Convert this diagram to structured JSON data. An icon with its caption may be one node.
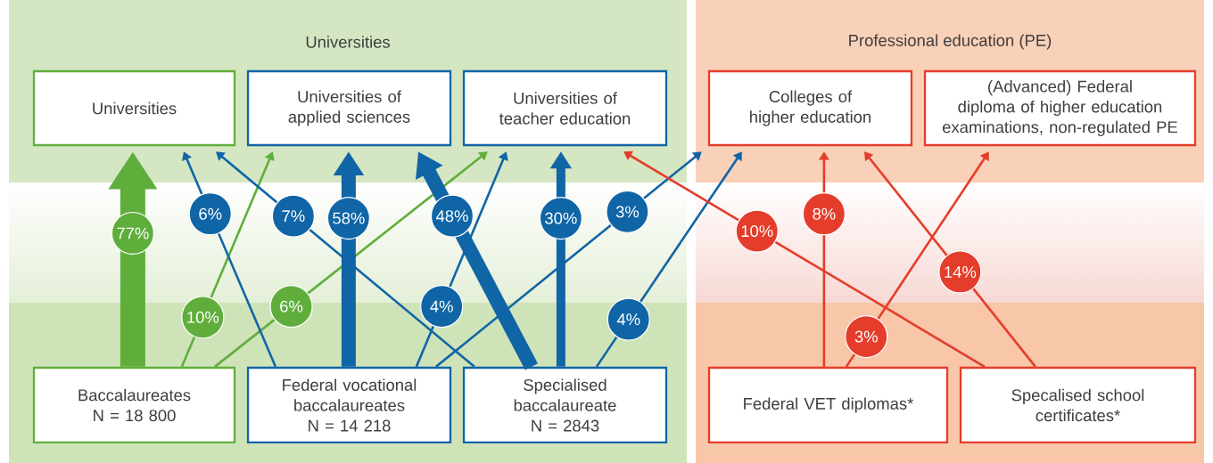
{
  "diagram": {
    "nodes": [
      {
        "text": [
          "Universities"
        ]
      },
      {
        "text": [
          "Professional education (PE)"
        ]
      },
      {
        "text": [
          "Universities"
        ],
        "in": 0
      },
      {
        "text": [
          "Universities of applied sciences"
        ],
        "in": 0
      },
      {
        "text": [
          "Universities of teacher education"
        ],
        "in": 0
      },
      {
        "text": [
          "Colleges of higher education"
        ],
        "in": 1
      },
      {
        "text": [
          "(Advanced) Federal diploma of higher education examinations, non-regulated PE"
        ],
        "in": 1
      },
      {
        "text": [
          "Baccalaureates",
          "N = 18 800"
        ],
        "in": 0
      },
      {
        "text": [
          "Federal vocational baccalaureates",
          "N = 14 218"
        ],
        "in": 0
      },
      {
        "text": [
          "Specialised baccalaureate",
          "N = 2843"
        ],
        "in": 0
      },
      {
        "text": [
          "Federal VET diplomas*"
        ],
        "in": 1
      },
      {
        "text": [
          "Specalised school certificates*"
        ],
        "in": 1
      }
    ],
    "edges": [
      {
        "from": 7,
        "to": 2,
        "arrow": "to",
        "label": "77%",
        "style": "thick",
        "color": "#5fae3c"
      },
      {
        "from": 7,
        "to": 3,
        "arrow": "to",
        "label": "10%",
        "color": "#5fae3c"
      },
      {
        "from": 7,
        "to": 4,
        "arrow": "to",
        "label": "6%",
        "color": "#5fae3c"
      },
      {
        "from": 8,
        "to": 2,
        "arrow": "to",
        "label": "6%"
      },
      {
        "from": 9,
        "to": 2,
        "arrow": "to",
        "label": "7%"
      },
      {
        "from": 8,
        "to": 3,
        "arrow": "to",
        "label": "58%",
        "style": "thick"
      },
      {
        "from": 9,
        "to": 3,
        "arrow": "to",
        "label": "48%",
        "style": "thick"
      },
      {
        "from": 8,
        "to": 4,
        "arrow": "to",
        "label": "4%"
      },
      {
        "from": 9,
        "to": 4,
        "arrow": "to",
        "label": "30%",
        "style": "thick"
      },
      {
        "from": 8,
        "to": 5,
        "arrow": "to",
        "label": "3%"
      },
      {
        "from": 9,
        "to": 5,
        "arrow": "to",
        "label": "4%"
      },
      {
        "from": 11,
        "to": 4,
        "arrow": "to",
        "label": "10%",
        "color": "#e43d2b"
      },
      {
        "from": 10,
        "to": 5,
        "arrow": "to",
        "label": "8%",
        "color": "#e43d2b"
      },
      {
        "from": 10,
        "to": 6,
        "arrow": "to",
        "label": "3%",
        "color": "#e43d2b"
      },
      {
        "from": 11,
        "to": 5,
        "arrow": "to",
        "label": "14%",
        "color": "#e43d2b"
      }
    ]
  }
}
